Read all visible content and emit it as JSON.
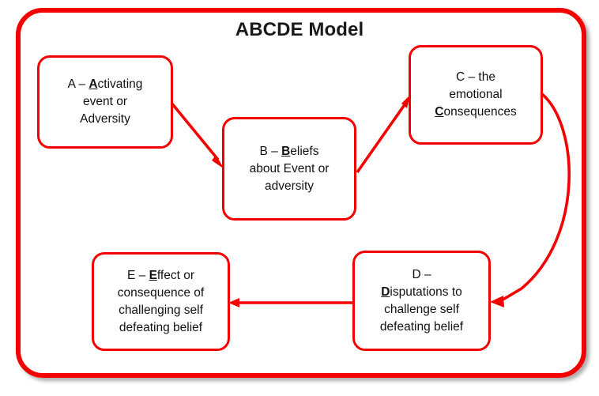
{
  "diagram": {
    "title": "ABCDE Model",
    "accent_color": "#f50000",
    "text_color": "#111111",
    "background_color": "#ffffff",
    "frame": {
      "shape": "rounded-rectangle",
      "border_color": "#f50000"
    },
    "nodes": [
      {
        "id": "A",
        "name": "activating-event",
        "lines": [
          "A – ",
          "Activating",
          "event or",
          "Adversity"
        ],
        "text_plain": "A – Activating event or Adversity",
        "prefix": "A – ",
        "emphasis": "A",
        "rest_first_line": "ctivating",
        "line2": "event or",
        "line3": "Adversity"
      },
      {
        "id": "B",
        "name": "beliefs",
        "text_plain": "B – Beliefs about Event or adversity",
        "prefix": "B – ",
        "emphasis": "B",
        "rest_first_line": "eliefs",
        "line2": "about Event or",
        "line3": "adversity"
      },
      {
        "id": "C",
        "name": "emotional-consequences",
        "text_plain": "C – the emotional Consequences",
        "prefix": "C – the",
        "emphasis": "C",
        "rest_first_line": "",
        "line2": "emotional",
        "line3_emphasis": "C",
        "line3_rest": "onsequences"
      },
      {
        "id": "D",
        "name": "disputations",
        "text_plain": "D – Disputations to challenge self defeating belief",
        "prefix": "D –",
        "emphasis": "D",
        "line2_rest": "isputations to",
        "line3": "challenge self",
        "line4": "defeating belief"
      },
      {
        "id": "E",
        "name": "effect",
        "text_plain": "E – Effect or consequence of challenging self defeating belief",
        "prefix": "E – ",
        "emphasis": "E",
        "rest_first_line": "ffect or",
        "line2": "consequence of",
        "line3": "challenging self",
        "line4": "defeating belief"
      }
    ],
    "edges": [
      {
        "name": "edge-a-to-b",
        "from": "A",
        "to": "B",
        "style": "straight",
        "direction": "down-right"
      },
      {
        "name": "edge-b-to-c",
        "from": "B",
        "to": "C",
        "style": "straight",
        "direction": "up-right"
      },
      {
        "name": "edge-c-to-d",
        "from": "C",
        "to": "D",
        "style": "curved",
        "direction": "right-then-down-left"
      },
      {
        "name": "edge-d-to-e",
        "from": "D",
        "to": "E",
        "style": "straight",
        "direction": "left"
      }
    ]
  }
}
